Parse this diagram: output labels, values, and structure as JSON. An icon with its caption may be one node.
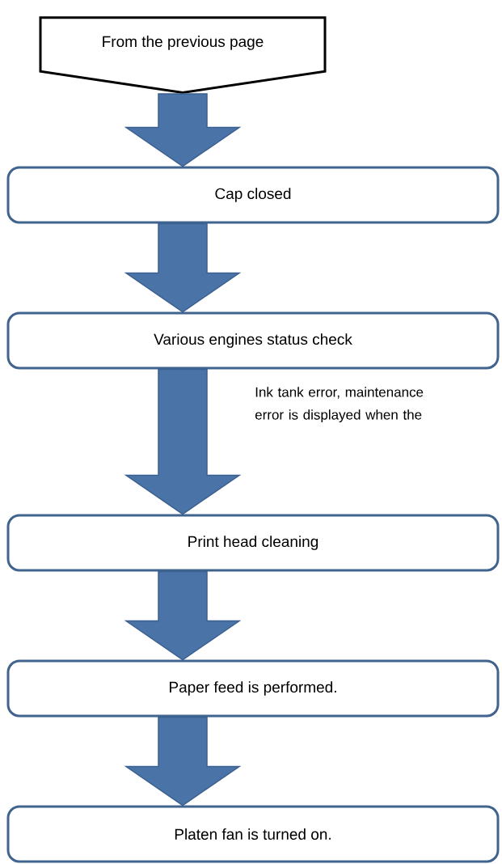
{
  "diagram": {
    "nodes": [
      {
        "text": [
          "From the previous page"
        ]
      },
      {
        "text": [
          "Cap closed"
        ]
      },
      {
        "text": [
          "Various engines status check"
        ]
      },
      {
        "text": [
          "Print head cleaning"
        ]
      },
      {
        "text": [
          "Paper feed is performed."
        ]
      },
      {
        "text": [
          "Platen fan is turned on."
        ]
      }
    ],
    "edges": [
      {
        "from": 0,
        "to": 1,
        "arrow": "to"
      },
      {
        "from": 1,
        "to": 2,
        "arrow": "to"
      },
      {
        "from": 2,
        "to": 3,
        "arrow": "to"
      },
      {
        "from": 3,
        "to": 4,
        "arrow": "to"
      },
      {
        "from": 4,
        "to": 5,
        "arrow": "to"
      }
    ],
    "labels": [
      "Ink tank error, maintenance error is displayed when the"
    ]
  }
}
